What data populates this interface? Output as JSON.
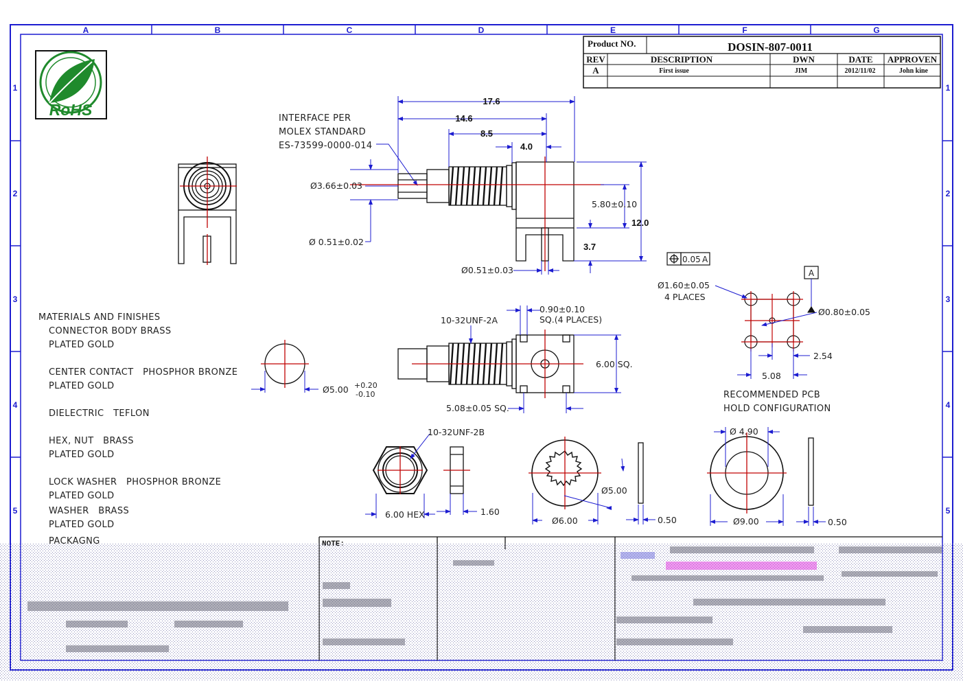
{
  "border": {
    "columns": [
      "A",
      "B",
      "C",
      "D",
      "E",
      "F",
      "G"
    ],
    "rows": [
      "1",
      "2",
      "3",
      "4",
      "5"
    ],
    "line_color": "#1c1cd0"
  },
  "title_block": {
    "product_no_label": "Product NO.",
    "product_no": "DOSIN-807-0011",
    "headers": {
      "rev": "REV",
      "description": "DESCRIPTION",
      "dwn": "DWN",
      "date": "DATE",
      "approven": "APPROVEN"
    },
    "rows": [
      {
        "rev": "A",
        "description": "First issue",
        "dwn": "JIM",
        "date": "2012/11/02",
        "approven": "John kine"
      }
    ]
  },
  "logo": {
    "text": "RoHS",
    "color": "#1f8a2c"
  },
  "interface_note": [
    "INTERFACE PER",
    "MOLEX STANDARD",
    "ES-73599-0000-014"
  ],
  "side_view_dims": {
    "overall": "17.6",
    "to_body": "14.6",
    "thread": "8.5",
    "body": "4.0",
    "dia_outer": "Ø3.66±0.03",
    "dia_pin": "Ø 0.51±0.02",
    "height_center": "5.80±0.10",
    "height_total": "12.0",
    "pin_length": "3.7",
    "pcb_pin": "Ø0.51±0.03"
  },
  "top_view_dims": {
    "thread_spec": "10-32UNF-2A",
    "pin_size": "0.90±0.10",
    "pin_size_note": "SQ.(4 PLACES)",
    "body_sq": "6.00 SQ.",
    "pin_spacing": "5.08±0.05 SQ."
  },
  "end_view_dims": {
    "diameter": "Ø5.00",
    "tol_upper": "+0.20",
    "tol_lower": "-0.10"
  },
  "pcb_layout": {
    "position_tol": "0.05",
    "datum": "A",
    "hole_large": "Ø1.60±0.05",
    "hole_large_note": "4 PLACES",
    "hole_center": "Ø0.80±0.05",
    "spacing_small": "2.54",
    "spacing_large": "5.08",
    "caption": [
      "RECOMMENDED PCB",
      "HOLD CONFIGURATION"
    ]
  },
  "hardware_dims": {
    "nut_thread": "10-32UNF-2B",
    "nut_hex": "6.00 HEX",
    "nut_thick": "1.60",
    "lock_washer_id": "Ø5.00",
    "lock_washer_od": "Ø6.00",
    "lock_washer_thick": "0.50",
    "washer_id": "Ø 4.90",
    "washer_od": "Ø9.00",
    "washer_thick": "0.50"
  },
  "materials": {
    "heading": "MATERIALS AND FINISHES",
    "lines": [
      "CONNECTOR BODY BRASS",
      "PLATED GOLD",
      "CENTER CONTACT   PHOSPHOR BRONZE",
      "PLATED GOLD",
      "DIELECTRIC   TEFLON",
      "HEX, NUT   BRASS",
      "PLATED GOLD",
      "LOCK WASHER   PHOSPHOR BRONZE",
      "PLATED GOLD",
      "WASHER   BRASS",
      "PLATED GOLD",
      "PACKAGNG"
    ]
  },
  "notes_label": "NOTE:"
}
